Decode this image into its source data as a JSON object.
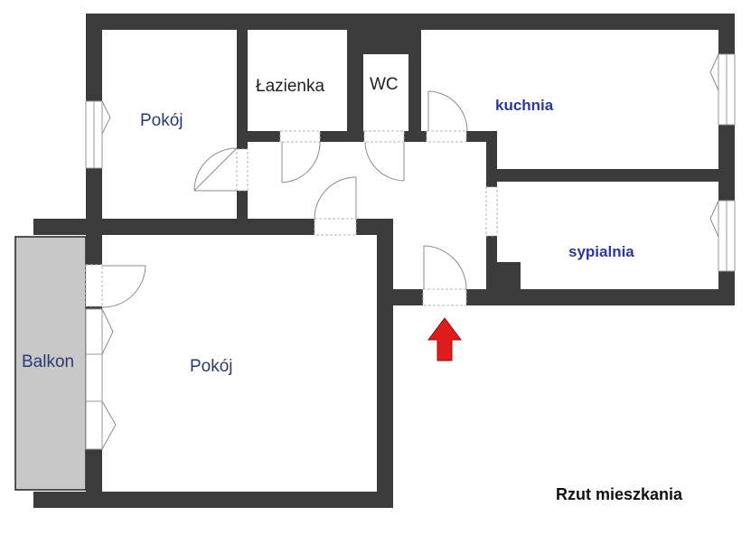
{
  "rooms": {
    "pokoj_small": "Pokój",
    "lazienka": "Łazienka",
    "wc": "WC",
    "kuchnia": "kuchnia",
    "sypialnia": "sypialnia",
    "pokoj_large": "Pokój",
    "balkon": "Balkon"
  },
  "caption": "Rzut mieszkania",
  "colors": {
    "wall": "#3b3b3b",
    "balcony_fill": "#c8c8c8",
    "arrow": "#e01b1b",
    "label": "#2b3a75"
  },
  "icons": {
    "entrance": "up-arrow-icon"
  }
}
